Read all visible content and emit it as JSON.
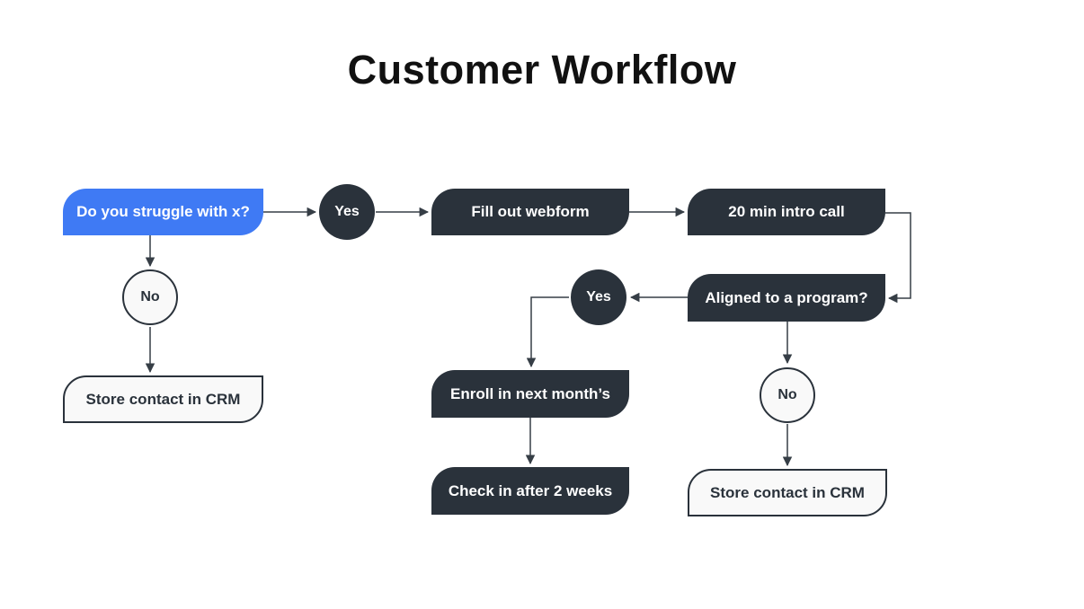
{
  "title": "Customer Workflow",
  "colors": {
    "blue": "#3f7af4",
    "dark": "#2a323b",
    "light": "#f9f9f9",
    "line": "#363e46",
    "ink": "#111111",
    "text-light": "#ffffff"
  },
  "nodes": {
    "start": {
      "label": "Do you struggle with x?"
    },
    "yes1": {
      "label": "Yes"
    },
    "fill_webform": {
      "label": "Fill out webform"
    },
    "intro_call": {
      "label": "20 min intro call"
    },
    "aligned": {
      "label": "Aligned to a program?"
    },
    "yes2": {
      "label": "Yes"
    },
    "enroll": {
      "label": "Enroll in next month’s"
    },
    "check_in": {
      "label": "Check in after 2 weeks"
    },
    "no1": {
      "label": "No"
    },
    "store_crm_left": {
      "label": "Store contact in CRM"
    },
    "no2": {
      "label": "No"
    },
    "store_crm_right": {
      "label": "Store contact in CRM"
    }
  }
}
